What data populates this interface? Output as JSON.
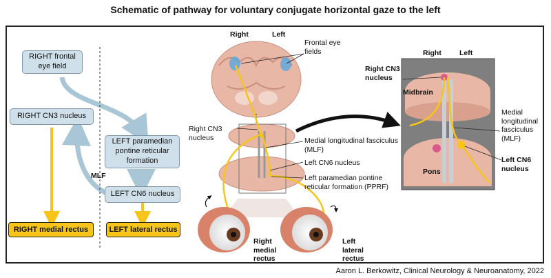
{
  "title": "Schematic of pathway for voluntary conjugate horizontal gaze to the left",
  "credit": "Aaron L. Berkowitz, Clinical Neurology & Neuroanatomy, 2022",
  "flowchart": {
    "right_frontal": "RIGHT frontal eye field",
    "right_cn3": "RIGHT CN3 nucleus",
    "left_pprf": "LEFT paramedian pontine reticular formation",
    "left_cn6": "LEFT CN6 nucleus",
    "mlf": "MLF",
    "right_medial_rectus": "RIGHT medial rectus",
    "left_lateral_rectus": "LEFT lateral rectus"
  },
  "center": {
    "right": "Right",
    "left": "Left",
    "frontal_eye_fields": "Frontal eye fields",
    "right_cn3_nucleus": "Right CN3 nucleus",
    "mlf": "Medial longitudinal fasciculus (MLF)",
    "left_cn6_nucleus": "Left CN6 nucleus",
    "pprf": "Left paramedian pontine reticular formation (PPRF)",
    "right_medial_rectus": "Right medial rectus",
    "left_lateral_rectus": "Left lateral rectus"
  },
  "inset": {
    "right": "Right",
    "left": "Left",
    "right_cn3_nucleus": "Right CN3 nucleus",
    "midbrain": "Midbrain",
    "mlf": "Medial longitudinal fasciculus (MLF)",
    "pons": "Pons",
    "left_cn6_nucleus": "Left CN6 nucleus"
  },
  "colors": {
    "box_fill": "#cfe0ea",
    "yellow": "#f7c51a",
    "flow_arrow": "#a9c6d6",
    "brain": "#e8b7a6"
  }
}
